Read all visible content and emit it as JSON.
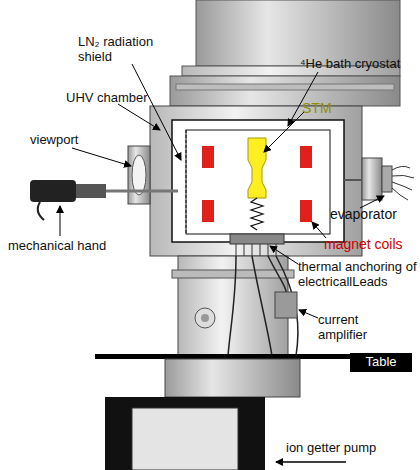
{
  "diagram": {
    "nodes": [
      {
        "text": [
          "Table"
        ]
      }
    ],
    "labels": [
      "LN₂ radiation shield",
      "⁴He bath cryostat",
      "UHV chamber",
      "viewport",
      "STM",
      "mechanical hand",
      "evaporator",
      "magnet coils",
      "thermal anchoring of electricallLeads",
      "current amplifier",
      "ion getter pump"
    ]
  }
}
